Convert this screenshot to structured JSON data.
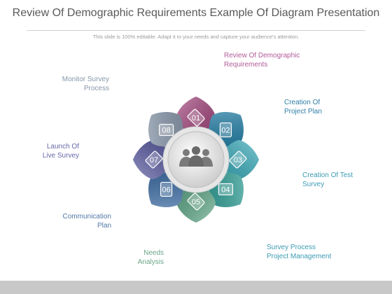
{
  "slide": {
    "title": "Review Of Demographic Requirements Example Of Diagram Presentation",
    "subtitle": "This slide is 100% editable. Adapt it to your needs and capture your audience's attention."
  },
  "center": {
    "icon": "people-group-icon"
  },
  "steps": [
    {
      "number": "01",
      "label_lines": [
        "Review Of Demographic",
        "Requirements"
      ],
      "color": "#a6477f"
    },
    {
      "number": "02",
      "label_lines": [
        "Creation Of",
        "Project Plan"
      ],
      "color": "#1f7fa8"
    },
    {
      "number": "03",
      "label_lines": [
        "Creation Of Test",
        "Survey"
      ],
      "color": "#3aaebd"
    },
    {
      "number": "04",
      "label_lines": [
        "Survey Process",
        "Project Management"
      ],
      "color": "#2fa39a"
    },
    {
      "number": "05",
      "label_lines": [
        "Needs",
        "Analysis"
      ],
      "color": "#5fa988"
    },
    {
      "number": "06",
      "label_lines": [
        "Communication",
        "Plan"
      ],
      "color": "#3c6ea8"
    },
    {
      "number": "07",
      "label_lines": [
        "Launch Of",
        "Live Survey"
      ],
      "color": "#5a5ba3"
    },
    {
      "number": "08",
      "label_lines": [
        "Monitor Survey",
        "Process"
      ],
      "color": "#8a9aae"
    }
  ]
}
